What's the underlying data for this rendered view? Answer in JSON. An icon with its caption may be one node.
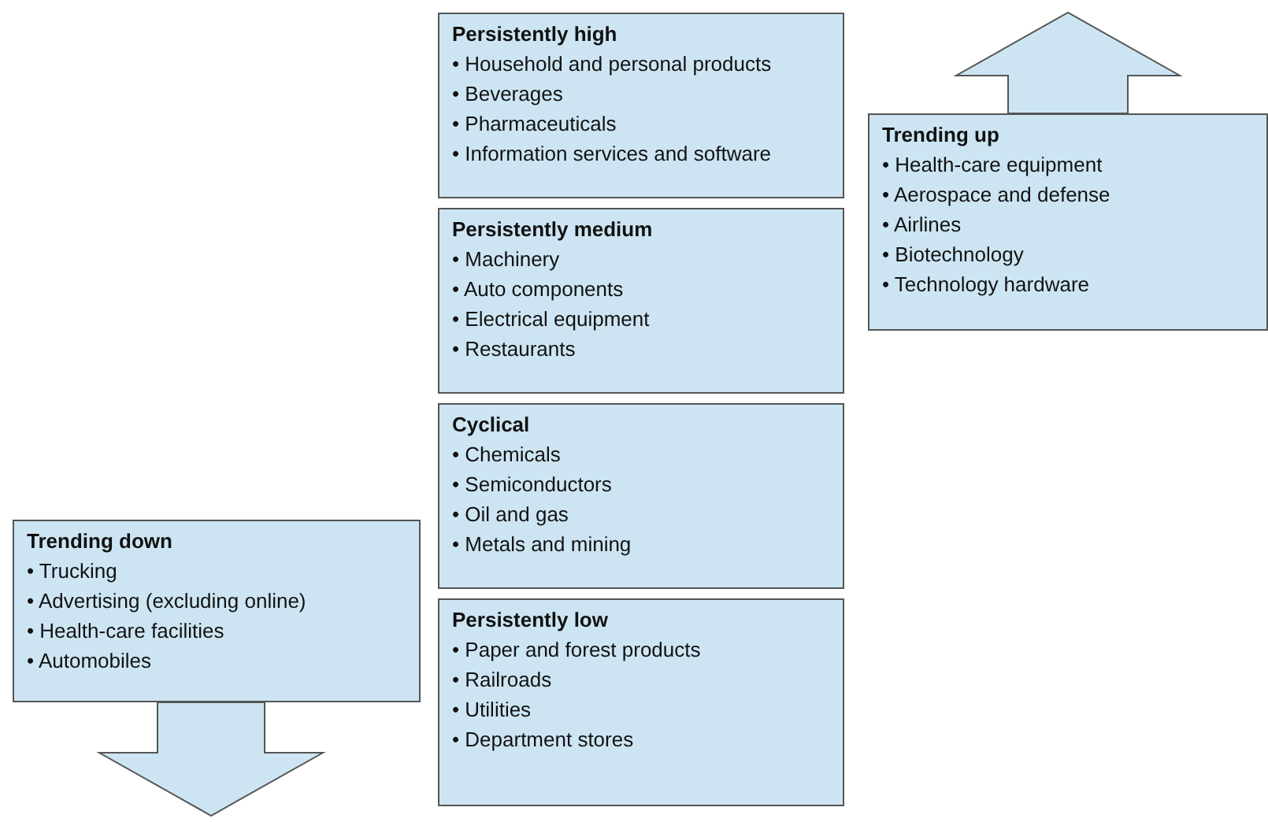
{
  "diagram": {
    "nodes": [
      {
        "text": [
          "Persistently high",
          "• Household and personal products",
          "• Beverages",
          "• Pharmaceuticals",
          "• Information services and software"
        ]
      },
      {
        "text": [
          "Persistently medium",
          "• Machinery",
          "• Auto components",
          "• Electrical equipment",
          "• Restaurants"
        ]
      },
      {
        "text": [
          "Cyclical",
          "• Chemicals",
          "• Semiconductors",
          "• Oil and gas",
          "• Metals and mining"
        ]
      },
      {
        "text": [
          "Persistently low",
          "• Paper and forest products",
          "• Railroads",
          "• Utilities",
          "• Department stores"
        ]
      },
      {
        "text": [
          "Trending up",
          "• Health-care equipment",
          "• Aerospace and defense",
          "• Airlines",
          "• Biotechnology",
          "• Technology hardware"
        ]
      },
      {
        "text": [
          "Trending down",
          "• Trucking",
          "• Advertising (excluding online)",
          "• Health-care facilities",
          "• Automobiles"
        ]
      }
    ],
    "edges": []
  }
}
